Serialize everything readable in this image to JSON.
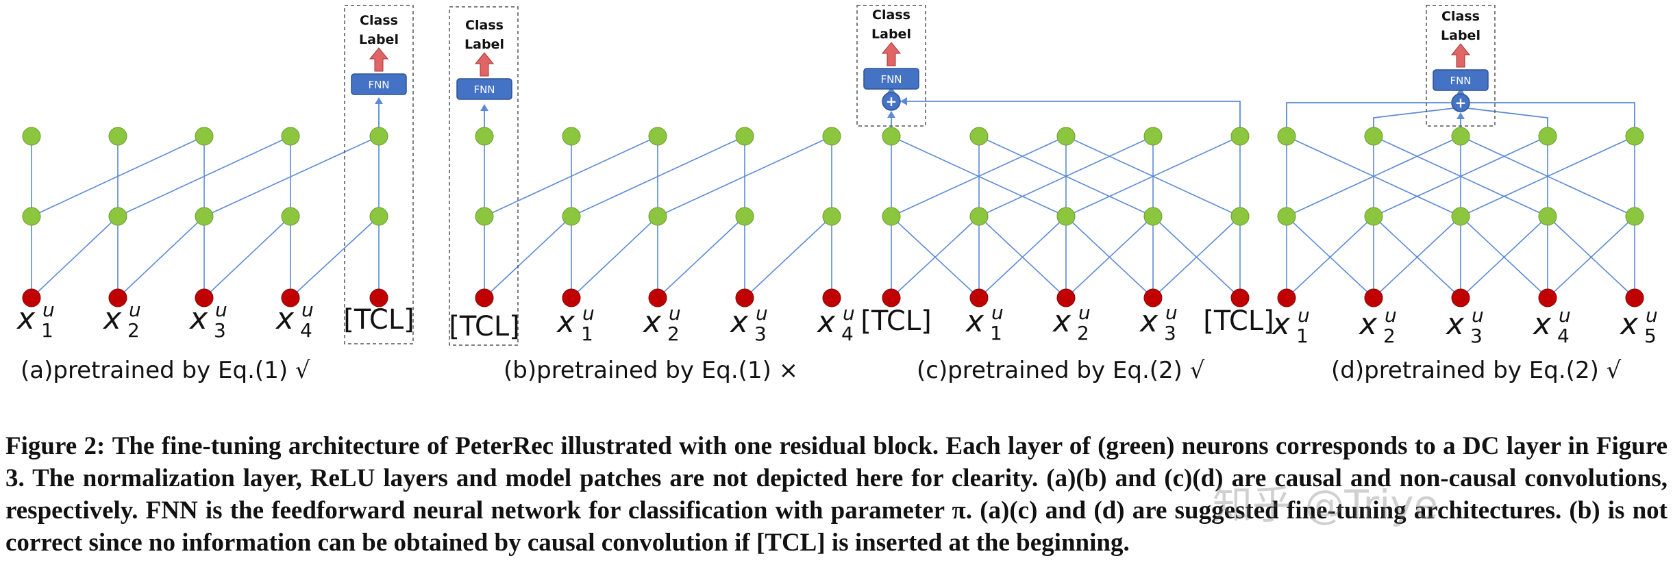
{
  "figure": {
    "boxes": {
      "class_label": "Class Label",
      "fnn": "FNN",
      "plus": "+"
    },
    "tokens": {
      "x1": "x",
      "sub1": "1",
      "sub2": "2",
      "sub3": "3",
      "sub4": "4",
      "sub5": "5",
      "sup": "u",
      "tcl": "[TCL]"
    },
    "subcaptions": {
      "a": "(a)pretrained by Eq.(1) √",
      "b": "(b)pretrained by Eq.(1)  ×",
      "c": "(c)pretrained by Eq.(2) √",
      "d": "(d)pretrained by Eq.(2) √"
    },
    "colors": {
      "green_neuron": "#8cc63f",
      "red_neuron": "#c00000",
      "edge": "#5b8ad6",
      "fnn_box": "#4472c4",
      "arrow_red": "#e06666"
    }
  },
  "caption": {
    "label": "Figure 2:",
    "text": "The fine-tuning architecture of PeterRec illustrated with one residual block. Each layer of (green) neurons corresponds to a DC layer in Figure 3. The normalization layer, ReLU layers and model patches are not depicted here for clearity. (a)(b) and (c)(d) are causal and non-causal convolutions, respectively. FNN is the feedforward neural network for classification with parameter π. (a)(c) and (d) are suggested fine-tuning architectures. (b) is not correct since no information can be obtained by causal convolution if [TCL] is inserted at the beginning."
  },
  "watermark": "知乎 @Triye"
}
